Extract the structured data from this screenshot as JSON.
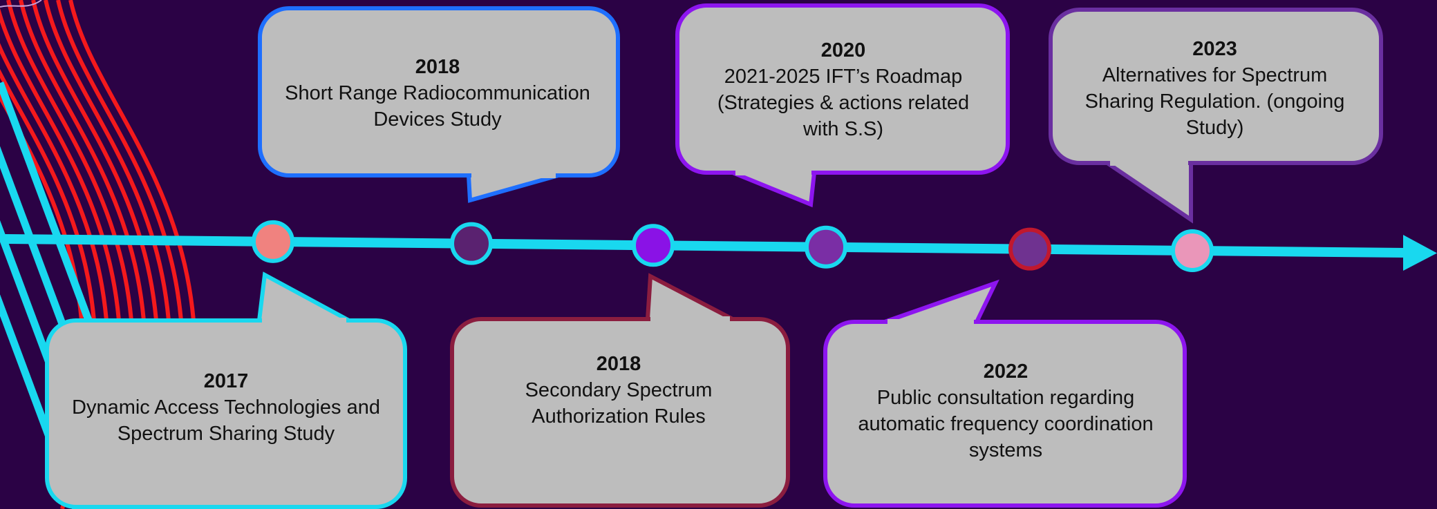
{
  "colors": {
    "background": "#2b0245",
    "timeline": "#19d8ef",
    "callout_fill": "#bdbdbd",
    "decor_red": "#ff1a1a",
    "decor_cyan": "#19d8ef"
  },
  "timeline": {
    "direction": "left-to-right",
    "has_arrowhead": true
  },
  "milestones": [
    {
      "id": "m2017",
      "year": "2017",
      "text": "Dynamic Access Technologies and Spectrum Sharing Study",
      "position": "below",
      "border_color": "#19d8ef",
      "marker_fill": "#f0827f",
      "marker_border": "#19d8ef"
    },
    {
      "id": "m2018a",
      "year": "2018",
      "text": "Short Range Radiocommunication Devices Study",
      "position": "above",
      "border_color": "#1e6fff",
      "marker_fill": "#5a2270",
      "marker_border": "#19d8ef"
    },
    {
      "id": "m2018b",
      "year": "2018",
      "text": "Secondary Spectrum Authorization Rules",
      "position": "below",
      "border_color": "#8b1d3f",
      "marker_fill": "#8a12e6",
      "marker_border": "#19d8ef"
    },
    {
      "id": "m2020",
      "year": "2020",
      "text": "2021-2025 IFT’s Roadmap (Strategies & actions related with S.S)",
      "position": "above",
      "border_color": "#8d15ef",
      "marker_fill": "#7a2ea5",
      "marker_border": "#19d8ef"
    },
    {
      "id": "m2022",
      "year": "2022",
      "text": "Public consultation regarding automatic frequency coordination systems",
      "position": "below",
      "border_color": "#8d15ef",
      "marker_fill": "#6f3290",
      "marker_border": "#c0182e"
    },
    {
      "id": "m2023",
      "year": "2023",
      "text": "Alternatives for Spectrum Sharing Regulation. (ongoing Study)",
      "position": "above",
      "border_color": "#6a2fa0",
      "marker_fill": "#ea96b9",
      "marker_border": "#19d8ef"
    }
  ]
}
